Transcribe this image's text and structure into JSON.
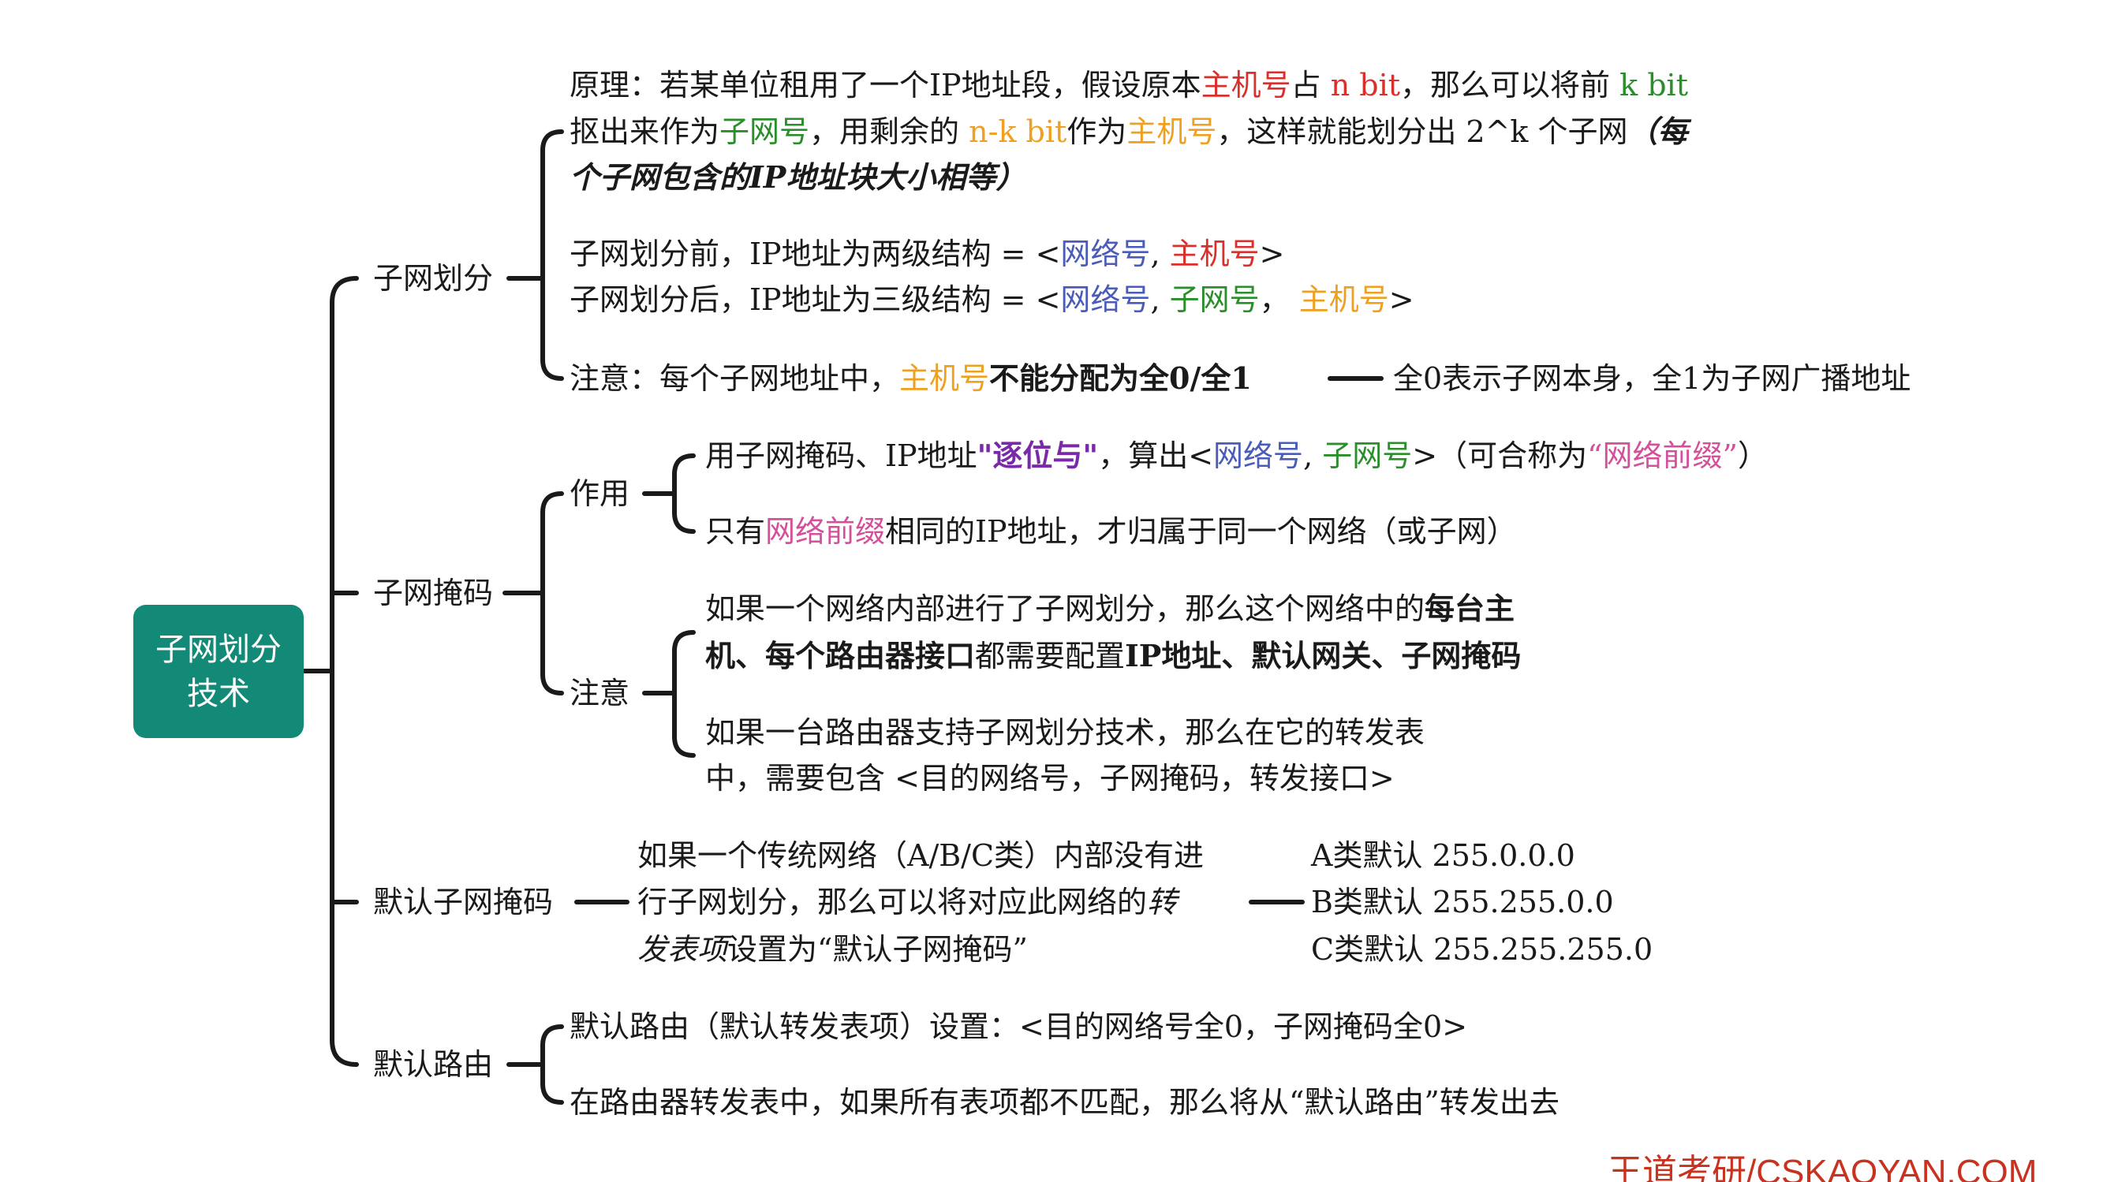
{
  "colors": {
    "red": "#d9302c",
    "green": "#2a8f2a",
    "orange": "#f0a020",
    "blue": "#4a5cb8",
    "purple": "#7a2aa8",
    "pink": "#d4509a",
    "black": "#1a1a1a",
    "root": "#138a78"
  },
  "root": {
    "line1": "子网划分",
    "line2": "技术"
  },
  "branches": {
    "subnetting": {
      "label": "子网划分"
    },
    "mask": {
      "label": "子网掩码",
      "use_label": "作用",
      "note_label": "注意"
    },
    "default_mask": {
      "label": "默认子网掩码"
    },
    "default_route": {
      "label": "默认路由"
    }
  },
  "lines": [
    [
      {
        "t": "原理：若某单位租用了一个IP地址段，假设原本"
      },
      {
        "t": "主机号",
        "c": "red"
      },
      {
        "t": "占 "
      },
      {
        "t": "n bit",
        "c": "red"
      },
      {
        "t": "，那么可以将前 "
      },
      {
        "t": "k bit",
        "c": "green"
      }
    ],
    [
      {
        "t": "抠出来作为"
      },
      {
        "t": "子网号",
        "c": "green"
      },
      {
        "t": "，用剩余的 "
      },
      {
        "t": "n-k bit",
        "c": "orange"
      },
      {
        "t": "作为"
      },
      {
        "t": "主机号",
        "c": "orange"
      },
      {
        "t": "，这样就能划分出 2^k 个子网"
      },
      {
        "t": "（每",
        "b": 1,
        "i": 1
      }
    ],
    [
      {
        "t": "个子网包含的IP地址块大小相等）",
        "b": 1,
        "i": 1
      }
    ],
    [
      {
        "t": "子网划分前，IP地址为两级结构 = <"
      },
      {
        "t": "网络号",
        "c": "blue"
      },
      {
        "t": ", "
      },
      {
        "t": "主机号",
        "c": "red"
      },
      {
        "t": ">"
      }
    ],
    [
      {
        "t": "子网划分后，IP地址为三级结构 = <"
      },
      {
        "t": "网络号",
        "c": "blue"
      },
      {
        "t": ", "
      },
      {
        "t": "子网号",
        "c": "green"
      },
      {
        "t": "， "
      },
      {
        "t": "主机号",
        "c": "orange"
      },
      {
        "t": ">"
      }
    ],
    [
      {
        "t": "注意：每个子网地址中，"
      },
      {
        "t": "主机号",
        "c": "orange"
      },
      {
        "t": "不能分配为全0/全1",
        "b": 1
      }
    ],
    [
      {
        "t": "全0表示子网本身，全1为子网广播地址"
      }
    ],
    [
      {
        "t": "用子网掩码、IP地址"
      },
      {
        "t": "\"逐位与\"",
        "c": "purple",
        "b": 1
      },
      {
        "t": "，算出<"
      },
      {
        "t": "网络号",
        "c": "blue"
      },
      {
        "t": ", "
      },
      {
        "t": "子网号",
        "c": "green"
      },
      {
        "t": ">（可合称为"
      },
      {
        "t": "“网络前缀”",
        "c": "pink"
      },
      {
        "t": "）"
      }
    ],
    [
      {
        "t": "只有"
      },
      {
        "t": "网络前缀",
        "c": "pink"
      },
      {
        "t": "相同的IP地址，才归属于同一个网络（或子网）"
      }
    ],
    [
      {
        "t": "如果一个网络内部进行了子网划分，那么这个网络中的"
      },
      {
        "t": "每台主",
        "b": 1
      }
    ],
    [
      {
        "t": "机、每个路由器接口",
        "b": 1
      },
      {
        "t": "都需要配置"
      },
      {
        "t": "IP地址、默认网关、子网掩码",
        "b": 1
      }
    ],
    [
      {
        "t": "如果一台路由器支持子网划分技术，那么在它的转发表"
      }
    ],
    [
      {
        "t": "中，需要包含 <目的网络号，子网掩码，转发接口>"
      }
    ],
    [
      {
        "t": "如果一个传统网络（A/B/C类）内部没有进"
      }
    ],
    [
      {
        "t": "行子网划分，那么可以将对应此网络的"
      },
      {
        "t": "转",
        "i": 1
      }
    ],
    [
      {
        "t": "发表项",
        "i": 1
      },
      {
        "t": "设置为“默认子网掩码”"
      }
    ],
    [
      {
        "t": "A类默认 255.0.0.0"
      }
    ],
    [
      {
        "t": "B类默认 255.255.0.0"
      }
    ],
    [
      {
        "t": "C类默认 255.255.255.0"
      }
    ],
    [
      {
        "t": "默认路由（默认转发表项）设置：<目的网络号全0，子网掩码全0>"
      }
    ],
    [
      {
        "t": "在路由器转发表中，如果所有表项都不匹配，那么将从“默认路由”转发出去"
      }
    ]
  ],
  "footer": "王道考研/CSKAOYAN.COM"
}
